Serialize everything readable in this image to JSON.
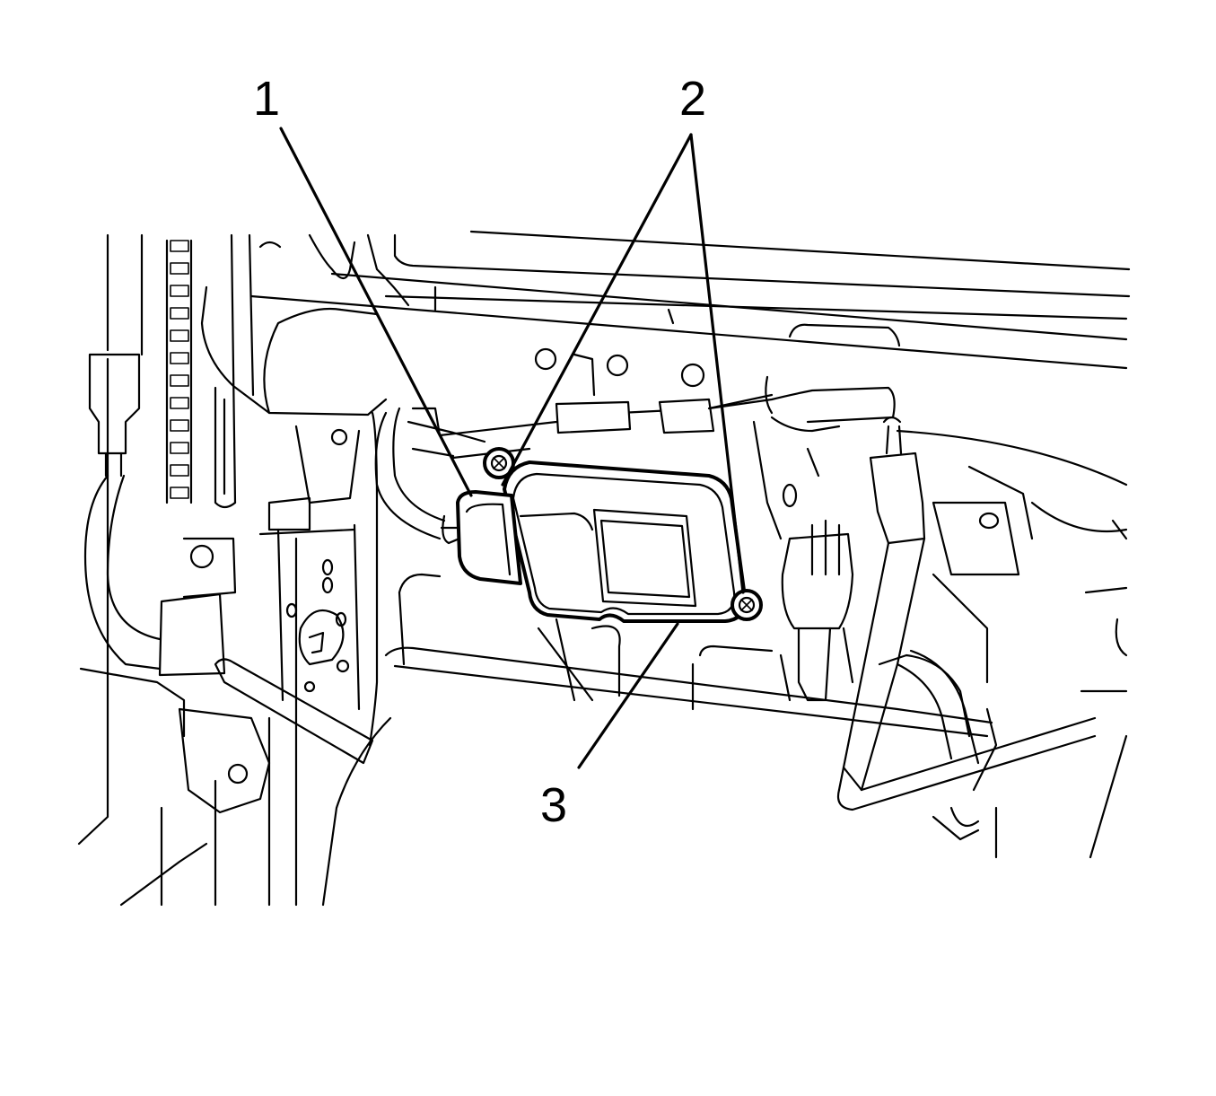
{
  "callouts": {
    "c1": {
      "label": "1"
    },
    "c2": {
      "label": "2"
    },
    "c3": {
      "label": "3"
    }
  }
}
